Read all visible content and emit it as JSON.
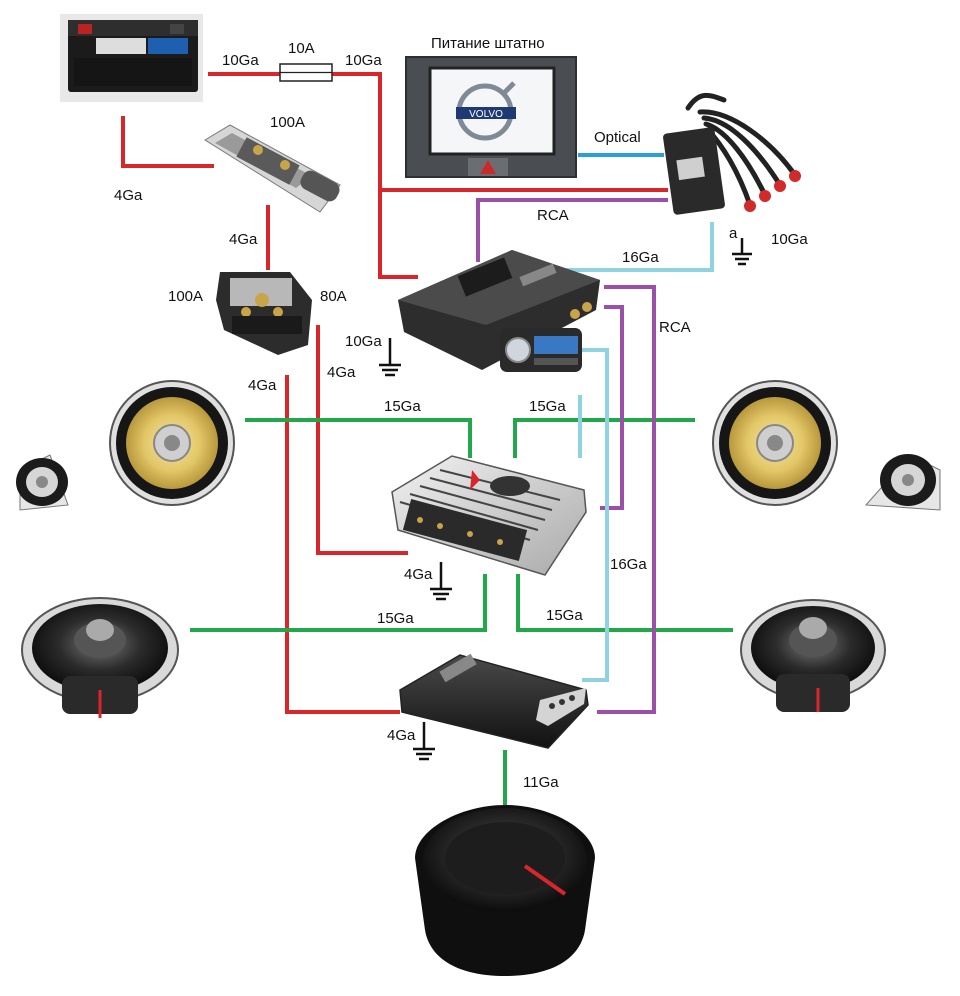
{
  "title": "Питание штатно",
  "wire_labels": {
    "batt_left_gauge": "10Ga",
    "fuse_rating": "10A",
    "batt_right_gauge": "10Ga",
    "fuse_holder_rating": "100A",
    "batt_to_fuse_gauge": "4Ga",
    "fuse_to_dist_gauge": "4Ga",
    "dist_in_rating": "100A",
    "dist_out_rating": "80A",
    "optical": "Optical",
    "rca_top": "RCA",
    "converter_ground_mark": "a",
    "converter_ground_gauge": "10Ga",
    "converter_power_gauge": "16Ga",
    "rca_right": "RCA",
    "dsp_ground_gauge": "10Ga",
    "dist_to_amp2_gauge": "4Ga",
    "dist_to_amp1_gauge": "4Ga",
    "front_left_gauge": "15Ga",
    "front_right_gauge": "15Ga",
    "amp1_ground_gauge": "4Ga",
    "amp2_power_gauge": "16Ga",
    "rear_left_gauge": "15Ga",
    "rear_right_gauge": "15Ga",
    "amp2_ground_gauge": "4Ga",
    "sub_gauge": "11Ga"
  },
  "legend_colors": {
    "power": "#d9262b",
    "speaker": "#22a84a",
    "rca": "#9b4fa8",
    "optical": "#2a9fd8",
    "remote": "#8fd3e0",
    "ground": "#111111"
  },
  "components": [
    {
      "name": "battery",
      "icon": "battery-icon"
    },
    {
      "name": "inline-fuse",
      "icon": "fuse-icon"
    },
    {
      "name": "head-unit",
      "icon": "volvo-screen-icon"
    },
    {
      "name": "optical-converter",
      "icon": "rca-converter-icon"
    },
    {
      "name": "fuse-holder",
      "icon": "anl-fuse-icon"
    },
    {
      "name": "distribution-block",
      "icon": "distribution-block-icon"
    },
    {
      "name": "dsp-processor",
      "icon": "dsp-icon"
    },
    {
      "name": "remote-control",
      "icon": "remote-icon"
    },
    {
      "name": "amplifier-1",
      "icon": "amplifier-icon"
    },
    {
      "name": "amplifier-2",
      "icon": "amplifier-icon"
    },
    {
      "name": "subwoofer",
      "icon": "subwoofer-icon"
    }
  ]
}
